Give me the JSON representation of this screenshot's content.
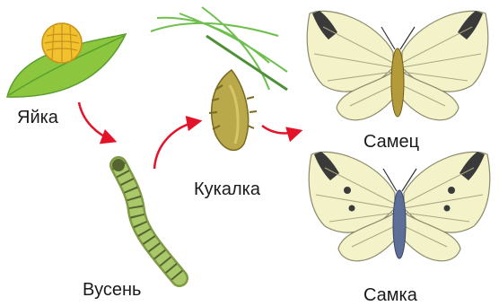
{
  "labels": {
    "egg": "Яйка",
    "caterpillar": "Вусень",
    "pupa": "Кукалка",
    "male": "Самец",
    "female": "Самка"
  },
  "colors": {
    "arrow": "#e3142a",
    "leaf": "#8cc63f",
    "leaf_dark": "#5a9e2f",
    "egg": "#f2c12e",
    "caterpillar": "#a9c86a",
    "pupa": "#b9a94a",
    "wing": "#f3f2c9",
    "wing_vein": "#8b8a6a",
    "wing_tip": "#3a3a3a",
    "body_male": "#b59a3a",
    "body_female": "#5e6f97"
  }
}
